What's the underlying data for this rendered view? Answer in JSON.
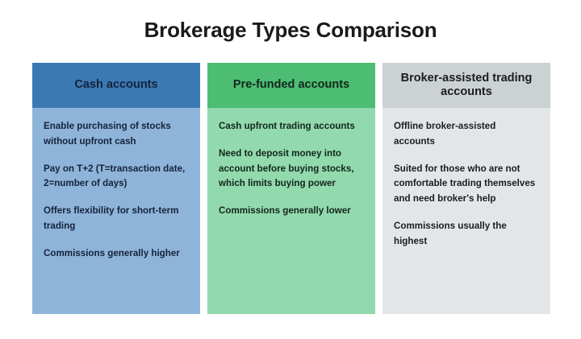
{
  "title": "Brokerage Types Comparison",
  "colors": {
    "blue_header": "#3b79b4",
    "blue_body": "#8fb4d9",
    "green_header": "#4cbd73",
    "green_body": "#92d9ae",
    "gray_header": "#ccd1d3",
    "gray_body": "#e3e6e7",
    "title_text": "#1a1a1a"
  },
  "columns": [
    {
      "header": "Cash accounts",
      "points": [
        "Enable purchasing of stocks without upfront cash",
        "Pay on T+2 (T=transaction date, 2=number of days)",
        "Offers flexibility for short-term trading",
        "Commissions generally higher"
      ]
    },
    {
      "header": "Pre-funded accounts",
      "points": [
        "Cash upfront trading accounts",
        "Need to deposit money into account before buying stocks, which limits buying power",
        "Commissions generally lower"
      ]
    },
    {
      "header": "Broker-assisted trading accounts",
      "points": [
        "Offline broker-assisted accounts",
        "Suited for those who are not comfortable trading themselves and need broker's help",
        "Commissions usually the highest"
      ]
    }
  ]
}
